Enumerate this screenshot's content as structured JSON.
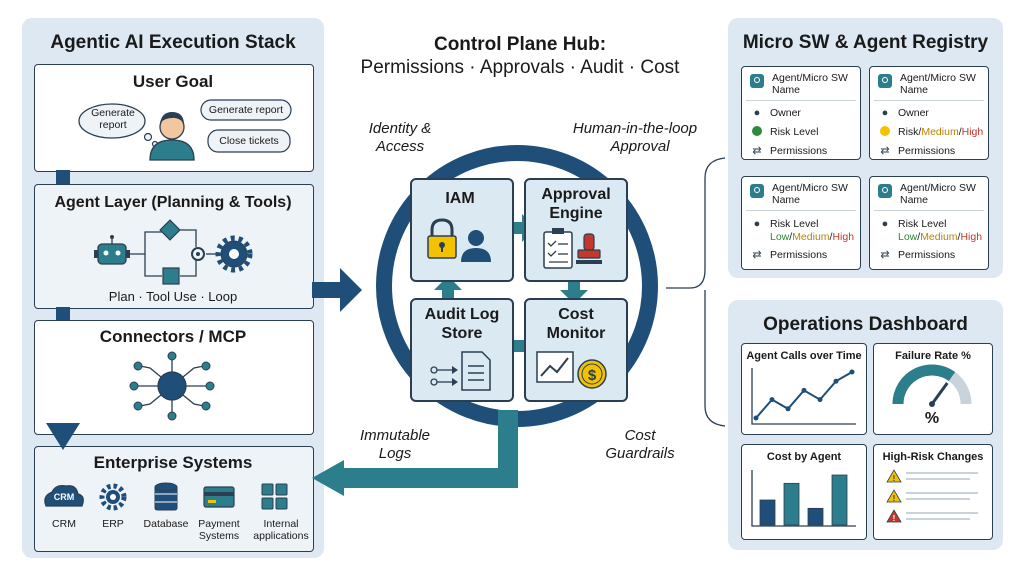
{
  "stack": {
    "title": "Agentic AI Execution Stack",
    "user_goal": {
      "title": "User Goal",
      "thought": "Generate report",
      "bubbles": [
        "Generate report",
        "Close tickets"
      ]
    },
    "agent_layer": {
      "title": "Agent Layer (Planning & Tools)",
      "caption": "Plan · Tool Use · Loop"
    },
    "connectors": {
      "title": "Connectors / MCP"
    },
    "enterprise": {
      "title": "Enterprise Systems",
      "crm_logo": "CRM",
      "systems": [
        {
          "label": "CRM",
          "icon": "cloud-icon"
        },
        {
          "label": "ERP",
          "icon": "gear-icon"
        },
        {
          "label": "Database",
          "icon": "database-icon"
        },
        {
          "label": "Payment Systems",
          "line1": "Payment",
          "line2": "Systems",
          "icon": "card-icon"
        },
        {
          "label": "Internal applications",
          "line1": "Internal",
          "line2": "applications",
          "icon": "grid-icon"
        }
      ]
    }
  },
  "hub": {
    "title": "Control Plane Hub:",
    "subtitle": "Permissions · Approvals · Audit · Cost",
    "labels": {
      "identity_1": "Identity &",
      "identity_2": "Access",
      "hitl_1": "Human-in-the-loop",
      "hitl_2": "Approval",
      "immutable_1": "Immutable",
      "immutable_2": "Logs",
      "cost_1": "Cost",
      "cost_2": "Guardrails"
    },
    "boxes": {
      "iam": "IAM",
      "approval_1": "Approval",
      "approval_2": "Engine",
      "audit_1": "Audit Log",
      "audit_2": "Store",
      "cost_1": "Cost",
      "cost_2": "Monitor"
    }
  },
  "registry": {
    "title": "Micro SW & Agent Registry",
    "cards": [
      {
        "name_1": "Agent/Micro SW",
        "name_2": "Name",
        "owner": "Owner",
        "risk": "Risk Level",
        "permissions": "Permissions"
      },
      {
        "name_1": "Agent/Micro SW",
        "name_2": "Name",
        "owner": "Owner",
        "risk_prefix": "Risk/",
        "risk_medium": "Medium",
        "risk_slash": "/",
        "risk_high": "High",
        "permissions": "Permissions"
      },
      {
        "name_1": "Agent/Micro SW",
        "name_2": "Name",
        "risk": "Risk Level",
        "low": "Low",
        "s1": "/",
        "medium": "Medium",
        "s2": "/",
        "high": "High",
        "permissions": "Permissions"
      },
      {
        "name_1": "Agent/Micro SW",
        "name_2": "Name",
        "risk": "Risk Level",
        "low": "Low",
        "s1": "/",
        "medium": "Medium",
        "s2": "/",
        "high": "High",
        "permissions": "Permissions"
      }
    ]
  },
  "dashboard": {
    "title": "Operations Dashboard",
    "agent_calls": {
      "title": "Agent Calls over Time",
      "values": [
        2,
        4,
        3,
        5,
        4,
        6,
        7
      ]
    },
    "failure_rate": {
      "title": "Failure Rate %",
      "symbol": "%",
      "level": 0.7
    },
    "cost_by_agent": {
      "title": "Cost by Agent",
      "values": [
        3,
        5,
        2,
        6
      ]
    },
    "high_risk": {
      "title": "High-Risk Changes",
      "levels": [
        "warning",
        "warning",
        "critical"
      ]
    }
  },
  "colors": {
    "navy": "#1f4e79",
    "teal": "#2d7e8c",
    "panel": "#dde8f2",
    "dark": "#2b3f52",
    "green": "#2e8b3a",
    "yellow": "#f2c200",
    "red": "#c0392b"
  }
}
